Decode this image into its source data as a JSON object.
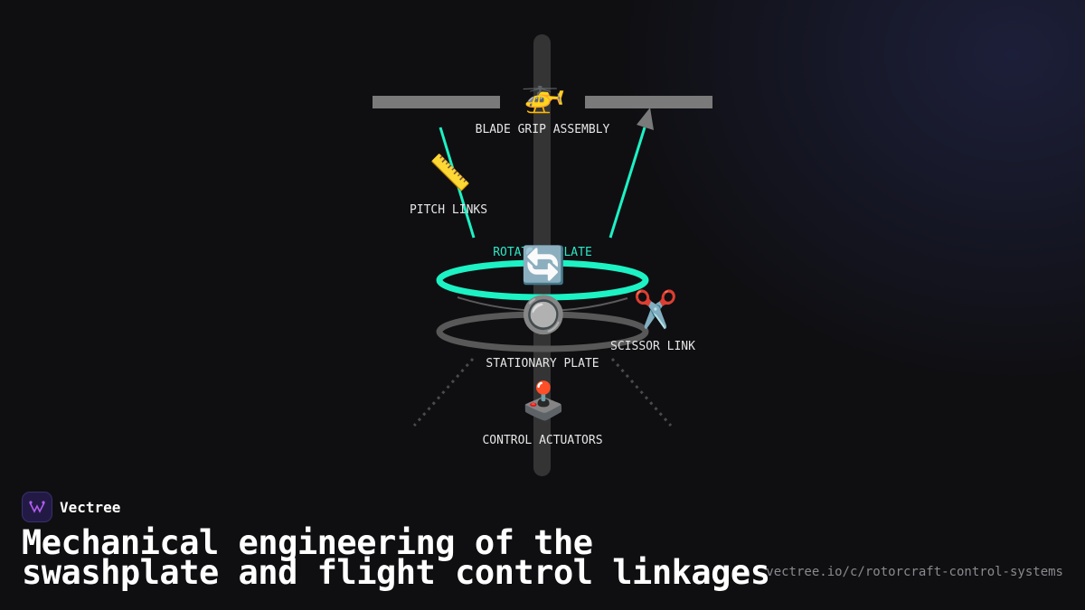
{
  "diagram": {
    "labels": {
      "blade_grip": "BLADE GRIP ASSEMBLY",
      "pitch_links": "PITCH LINKS",
      "rotating_plate": "ROTATING PLATE",
      "scissor_link": "SCISSOR LINK",
      "stationary_plate": "STATIONARY PLATE",
      "control_actuators": "CONTROL ACTUATORS"
    },
    "icons": {
      "helicopter": "🚁",
      "ruler": "📏",
      "rotate": "🔄",
      "button": "🔘",
      "scissors": "✂️",
      "joystick": "🕹️"
    },
    "colors": {
      "accent": "#1df2c4",
      "shaft": "#3a3a3a",
      "plate_gray": "#6e6e6e",
      "background": "#0f0f12"
    }
  },
  "footer": {
    "brand": "Vectree",
    "headline": "Mechanical engineering of the swashplate and flight control linkages",
    "url": "vectree.io/c/rotorcraft-control-systems"
  }
}
